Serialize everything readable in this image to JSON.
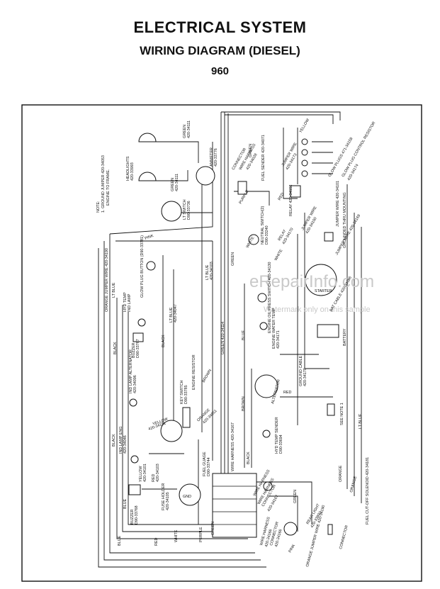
{
  "header": {
    "title": "ELECTRICAL SYSTEM",
    "subtitle": "WIRING DIAGRAM (DIESEL)",
    "model": "960"
  },
  "watermark": {
    "site": "eRepairInfo.com",
    "note": "Watermark only on this sample"
  },
  "labels": {
    "note": "NOTE:",
    "note_ground": "1. GROUND JUMPER 420-34053",
    "note_frame": "ENGINE TO FRAME.",
    "orange_jumper": "ORANGE JUMPER WIRE 420-34190",
    "headlights": "HEADLIGHTS",
    "headlights_pn": "420-33993",
    "green_top": "GREEN",
    "green_top_pn": "420-34111",
    "green_lt": "GREEN",
    "green_lt_pn": "420-34111",
    "lt_switch": "LT SWITCH",
    "lt_switch_pn": "D90-33736",
    "amp_meter": "AMMETER",
    "amp_meter_pn": "420-33776",
    "lt_blue": "LT BLUE",
    "lt_blue_pn": "420-34103",
    "pink": "PINK",
    "connector_wire": "CONNECTOR",
    "connector_wire2": "WIRE HARNESS",
    "connector_pn": "420-34028",
    "green_conn": "GREEN",
    "purple_conn": "PURPLE",
    "fuel_sender": "FUEL SENDER 420-34071",
    "yellow_top": "YELLOW",
    "jumper_wire_top": "JUMPER WIRE",
    "jumper_wire_top_pn": "420-34173",
    "glow_plugs": "GLOW PLUGS 471-34158",
    "glow_resistor": "GLOW PLUG CONTROL RESISTOR",
    "glow_resistor_pn": "420-34174",
    "red_top": "RED",
    "relay": "RELAY 420-34152",
    "relay2": "RELAY",
    "relay2_pn": "420-34170",
    "jumper_wire_mid": "JUMPER WIRE",
    "jumper_wire_mid_pn": "420-34100",
    "jumper_wire_right": "JUMPER WIRE 420-34101",
    "white_relay": "WHITE",
    "neutral_switch": "NEUTRAL SWITCH(2)",
    "neutral_switch_pn": "D90-33240",
    "green_mid": "GREEN",
    "white_mid": "WHITE",
    "grounded_mounting": "GROUNDED THRU MOUNTING",
    "jumper_4": "JUMPER WIRE 420-34169",
    "lt_blue_left": "LT BLUE",
    "hyd_temp_lamp": "HYD TEMP",
    "lamp_1": "IND LAMP",
    "glow_plug_button": "GLOW PLUG BUTTON (D90-33781)",
    "lt_blue_mid": "LT BLUE",
    "lt_blue_mid_pn": "420-34047",
    "green_ribbon": "GREEN 420-34114",
    "engine_oil_pressure": "ENGINE OIL PRESS SWITCH 420-34130",
    "starter": "STARTER",
    "bat_cable": "BAT CABLE 420-34166",
    "engine_water_temp": "ENGINE WATER TEMP",
    "engine_water_temp_pn": "420-34171",
    "battery": "BATTERY",
    "buzzer": "BUZZER",
    "buzzer_pn": "D90-33767",
    "black_1": "BLACK",
    "black_2": "BLACK",
    "blue_vert": "BLUE",
    "ind_lamp_alt": "IND LAMP ALTERNATOR",
    "ind_lamp_alt_pn": "420-34096",
    "key_switch": "KEY SWITCH",
    "key_switch_pn": "D90-33785",
    "ground_cable": "GROUND CABLE",
    "ground_cable_pn": "420-34170",
    "alternator": "ALTERNATOR",
    "red_alt": "RED",
    "brown_1": "BROWN",
    "brown_2": "BROWN",
    "engine_resistor": "ENGINE RESISTOR",
    "yellow_mid": "YELLOW",
    "yellow_mid_pn": "420-34101",
    "orange_mid": "ORANGE",
    "orange_mid_pn": "420-34051",
    "see_note": "SEE NOTE 1",
    "lt_blue_right": "LT BLUE",
    "ind_lamp_eng": "IND LAMP ENG",
    "ind_lamp_eng_pn": "420-34046",
    "black_3": "BLACK",
    "fuel_gauge": "FUEL GUAGE",
    "fuel_gauge_pn": "D90-33744",
    "wire_harness_1": "WIRE HARNESS 420-34167",
    "wire_harness_2": "WIRE HARNESS",
    "hyd_temp_sender": "HYD TEMP SENDER",
    "hyd_temp_sender_pn": "D90-33694",
    "black_4": "BLACK",
    "yellow_low": "YELLOW",
    "yellow_low_pn": "420-34101",
    "red_low": "RED",
    "red_low_pn": "420-34103",
    "fuse_holder": "FUSE HOLDER",
    "fuse_holder_pn": "420-34105",
    "connector_low": "CONNECTOR",
    "connector_low_pn": "420-34167",
    "wire_harness_low": "WIRE HARNESS",
    "green_low": "GREEN",
    "orange_low": "ORANGE",
    "fuel_cutoff": "FUEL CUT-OFF SOLENOID 420-34181",
    "buzzer_low": "BUZZER",
    "buzzer_low_pn": "D90-33768",
    "blue_low": "BLUE",
    "blue_left": "BLUE",
    "red_bottom": "RED",
    "white_bottom": "WHITE",
    "purple_bottom": "PURPLE",
    "green_bottom": "GREEN",
    "gnd": "GND",
    "connector_bottom": "CONNECTOR",
    "connector_bottom_pn": "420-34166",
    "rear_light": "REAR LIGHT",
    "rear_light_pn": "420-33993",
    "pink_bottom": "PINK",
    "orange_jumper_bottom": "ORANGE JUMPER WIRE 420-34190",
    "connector_right": "CONNECTOR",
    "orange_right": "ORANGE",
    "wire_harness_bottom": "WIRE HARNESS",
    "wire_harness_bottom_pn": "420-34166"
  }
}
